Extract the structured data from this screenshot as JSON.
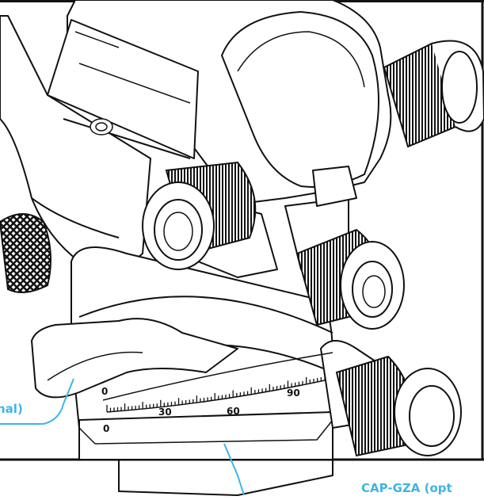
{
  "colors": {
    "line": "#111111",
    "frame": "#111111",
    "callout": "#3fb4e8",
    "background": "#ffffff"
  },
  "callouts": {
    "left_label": "nal)",
    "right_label": "CAP-GZA  (opt"
  },
  "scale_numbers": [
    "0",
    "30",
    "60",
    "90",
    "0"
  ],
  "icons": [
    "knurled-knob-icon",
    "eyepiece-icon",
    "bubble-level-icon"
  ]
}
